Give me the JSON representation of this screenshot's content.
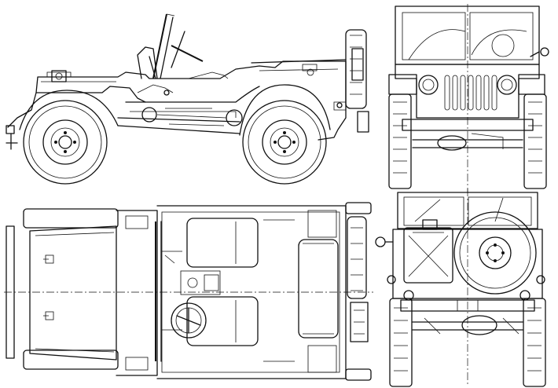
{
  "drawing": {
    "line_color": "#111111",
    "background": "#ffffff",
    "views": [
      "side-view",
      "front-view",
      "top-view",
      "rear-view"
    ]
  }
}
